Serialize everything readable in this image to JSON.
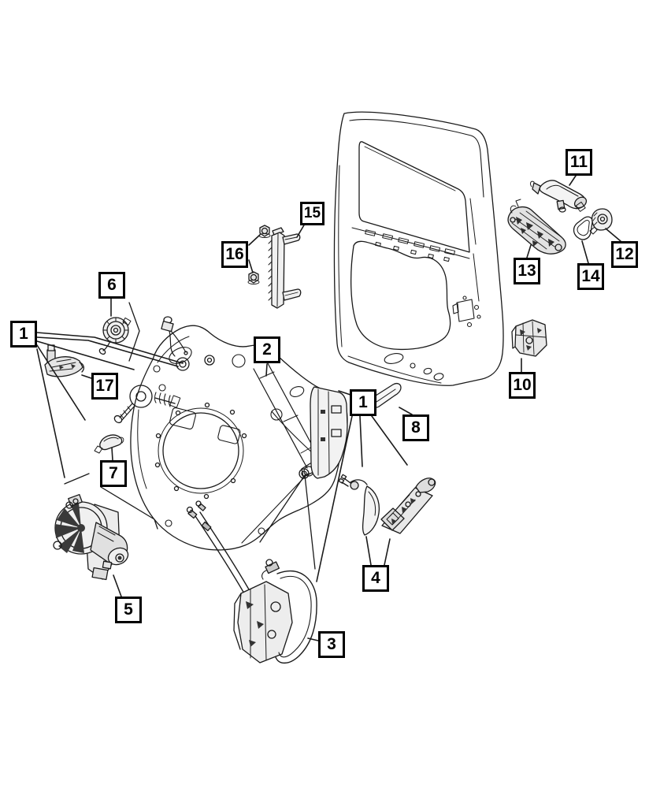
{
  "figure": {
    "kind": "exploded parts diagram",
    "background_color": "#ffffff",
    "line_color": "#1a1a1a"
  },
  "callouts": {
    "c1a": "1",
    "c1b": "1",
    "c2": "2",
    "c3": "3",
    "c4": "4",
    "c5": "5",
    "c6": "6",
    "c7": "7",
    "c8": "8",
    "c10": "10",
    "c11": "11",
    "c12": "12",
    "c13": "13",
    "c14": "14",
    "c15": "15",
    "c16": "16",
    "c17": "17"
  }
}
